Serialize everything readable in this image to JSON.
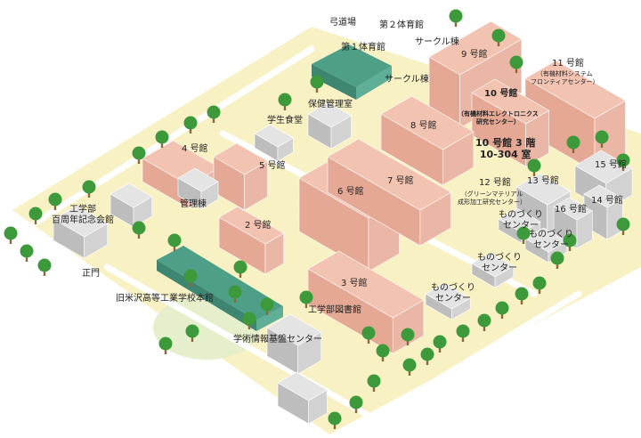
{
  "colors": {
    "ground": "#f8f1c4",
    "path": "#ffffff",
    "lawn": "#e6efcb",
    "building_top": "#f3c3b2",
    "building_left": "#e4a895",
    "building_right": "#eab7a6",
    "gray_top": "#e4e4e4",
    "gray_left": "#bdbdbd",
    "gray_right": "#d2d2d2",
    "green_roof": "#4e9f88",
    "tree": "#3c9a3a"
  },
  "buildings": {
    "kyudojo": "弓道場",
    "gym2": "第２体育館",
    "circle_north": "サークル棟",
    "gym1": "第１体育館",
    "bldg9": "9 号館",
    "bldg11": "11 号館",
    "bldg11_sub": "（有機材料システム\nフロンティアセンター）",
    "circle_south": "サークル棟",
    "hoken": "保健管理室",
    "shokudo": "学生食堂",
    "bldg10": "10 号館",
    "bldg10_sub": "（有機材料エレクトロニクス\n研究センター）",
    "bldg8": "8 号館",
    "room": "10 号館 3 階\n10-304 室",
    "bldg4": "4 号館",
    "bldg5": "5 号館",
    "bldg15": "15 号館",
    "bldg13": "13 号館",
    "bldg7": "7 号館",
    "bldg12": "12 号館",
    "bldg12_sub": "（グリーンマテリアル\n成形加工研究センター）",
    "bldg14": "14 号館",
    "bldg16": "16 号館",
    "bldg6": "6 号館",
    "kanri": "管理棟",
    "monozukuri1": "ものづくり\nセンター",
    "monozukuri2": "ものづくり\nセンター",
    "hall100": "工学部\n百周年記念会館",
    "bldg2": "2 号館",
    "monozukuri3": "ものづくり\nセンター",
    "seimon": "正門",
    "monozukuri4": "ものづくり\nセンター",
    "bldg3": "3 号館",
    "old_school": "旧米沢高等工業学校本館",
    "library": "工学部図書館",
    "info_center": "学術情報基盤センター"
  }
}
